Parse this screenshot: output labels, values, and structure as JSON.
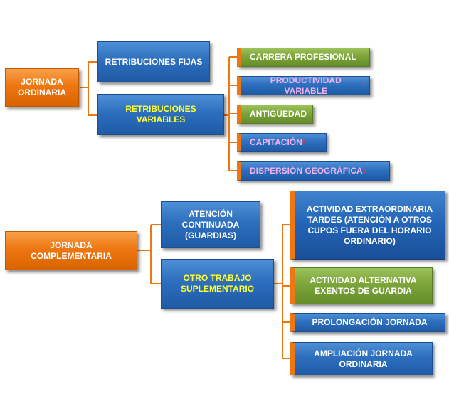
{
  "ordinaria": {
    "root": "JORNADA ORDINARIA",
    "retribuciones_fijas": "RETRIBUCIONES FIJAS",
    "retribuciones_variables": "RETRIBUCIONES VARIABLES",
    "items": [
      {
        "label": "CARRERA PROFESIONAL",
        "note": ""
      },
      {
        "label": "PRODUCTIVIDAD VARIABLE",
        "note": "1"
      },
      {
        "label": "ANTIGÜEDAD",
        "note": ""
      },
      {
        "label": "CAPITACIÓN",
        "note": "2"
      },
      {
        "label": "DISPERSIÓN GEOGRÁFICA",
        "note": "2"
      }
    ]
  },
  "complementaria": {
    "root": "JORNADA COMPLEMENTARIA",
    "atencion": "ATENCIÓN CONTINUADA (GUARDIAS)",
    "otro": "OTRO TRABAJO SUPLEMENTARIO",
    "items": [
      {
        "label": "ACTIVIDAD EXTRAORDINARIA TARDES (ATENCIÓN A OTROS CUPOS FUERA DEL HORARIO ORDINARIO)"
      },
      {
        "label": "ACTIVIDAD ALTERNATIVA EXENTOS DE GUARDIA"
      },
      {
        "label": "PROLONGACIÓN JORNADA"
      },
      {
        "label": "AMPLIACIÓN JORNADA ORDINARIA"
      }
    ]
  },
  "colors": {
    "orange": "#ee7712",
    "blue": "#2d6fbe",
    "green": "#7ca53a",
    "highlight": "#ffff33",
    "note": "#ff3333"
  }
}
